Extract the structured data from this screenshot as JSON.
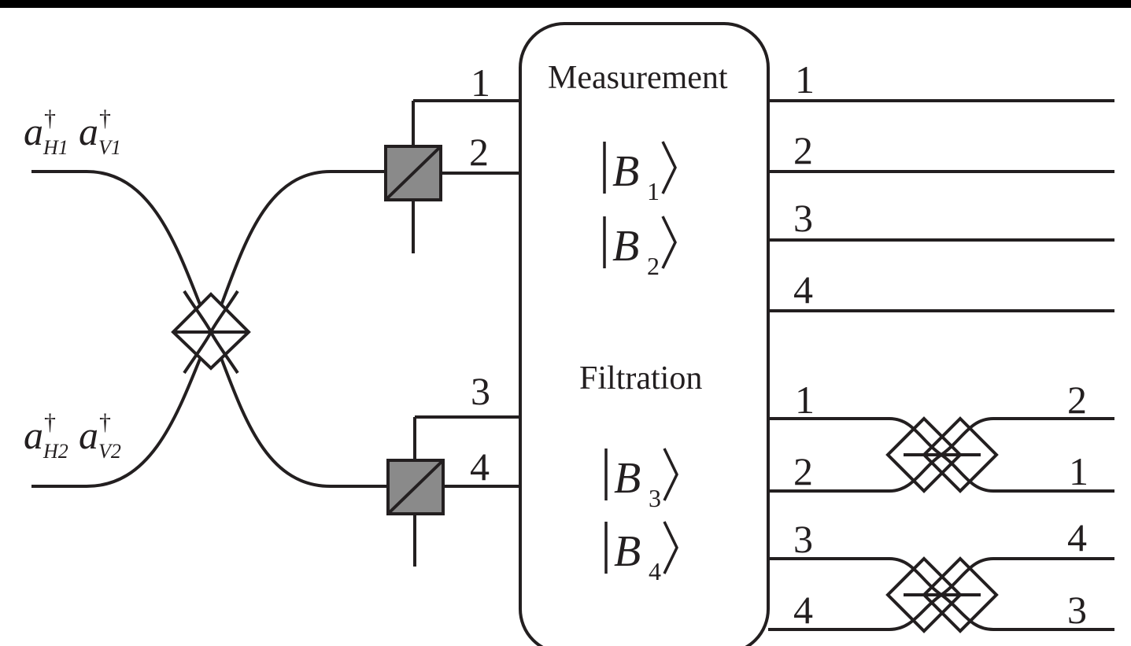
{
  "inputs": {
    "top": {
      "op1": "a",
      "sup1": "†",
      "sub1": "H1",
      "op2": "a",
      "sup2": "†",
      "sub2": "V1"
    },
    "bottom": {
      "op1": "a",
      "sup1": "†",
      "sub1": "H2",
      "op2": "a",
      "sup2": "†",
      "sub2": "V2"
    }
  },
  "left_ports": [
    "1",
    "2",
    "3",
    "4"
  ],
  "box": {
    "measurement_label": "Measurement",
    "filtration_label": "Filtration",
    "states": [
      {
        "symbol": "B",
        "sub": "1"
      },
      {
        "symbol": "B",
        "sub": "2"
      },
      {
        "symbol": "B",
        "sub": "3"
      },
      {
        "symbol": "B",
        "sub": "4"
      }
    ]
  },
  "measurement_outputs": [
    "1",
    "2",
    "3",
    "4"
  ],
  "filtration_inputs": [
    "1",
    "2",
    "3",
    "4"
  ],
  "filtration_outputs": [
    "2",
    "1",
    "4",
    "3"
  ]
}
